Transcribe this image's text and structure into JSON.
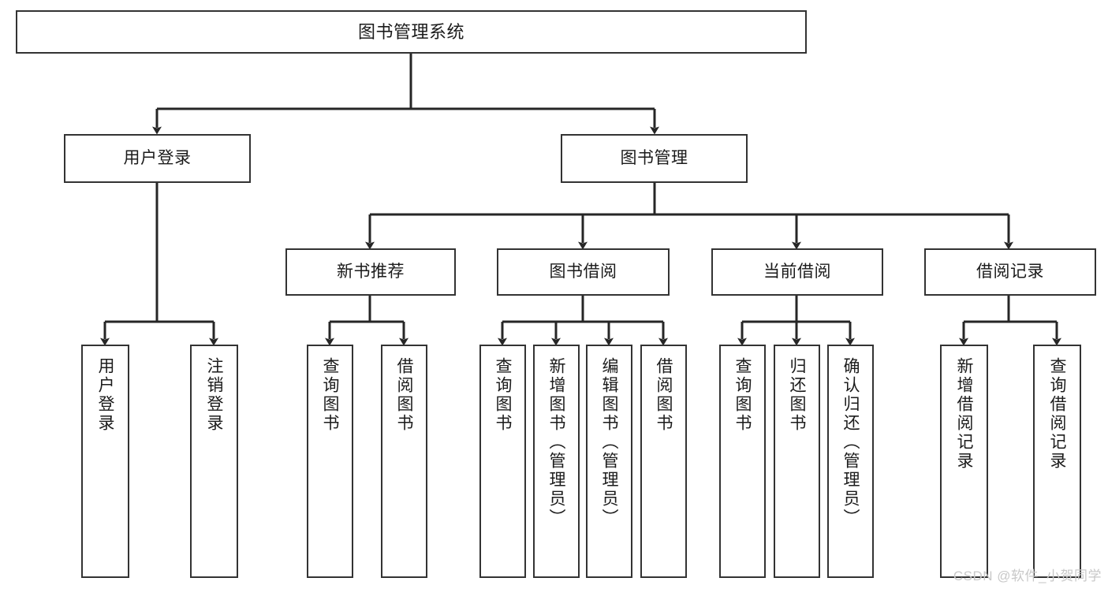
{
  "diagram": {
    "title": "图书管理系统",
    "type": "tree-hierarchy-diagram",
    "root": {
      "label": "图书管理系统"
    },
    "level2": [
      {
        "label": "用户登录"
      },
      {
        "label": "图书管理"
      }
    ],
    "level3": [
      {
        "label": "新书推荐"
      },
      {
        "label": "图书借阅"
      },
      {
        "label": "当前借阅"
      },
      {
        "label": "借阅记录"
      }
    ],
    "leaves": [
      {
        "label": "用户登录",
        "parent": "用户登录"
      },
      {
        "label": "注销登录",
        "parent": "用户登录"
      },
      {
        "label": "查询图书",
        "parent": "新书推荐"
      },
      {
        "label": "借阅图书",
        "parent": "新书推荐"
      },
      {
        "label": "查询图书",
        "parent": "图书借阅"
      },
      {
        "label": "新增图书（管理员）",
        "parent": "图书借阅"
      },
      {
        "label": "编辑图书（管理员）",
        "parent": "图书借阅"
      },
      {
        "label": "借阅图书",
        "parent": "图书借阅"
      },
      {
        "label": "查询图书",
        "parent": "当前借阅"
      },
      {
        "label": "归还图书",
        "parent": "当前借阅"
      },
      {
        "label": "确认归还（管理员）",
        "parent": "当前借阅"
      },
      {
        "label": "新增借阅记录",
        "parent": "借阅记录"
      },
      {
        "label": "查询借阅记录",
        "parent": "借阅记录"
      }
    ]
  },
  "watermark": {
    "text": "CSDN @软件_小贺同学"
  },
  "colors": {
    "box_border": "#333333",
    "box_fill": "#ffffff",
    "connector": "#262626",
    "text": "#1b1b1b",
    "watermark": "#c8c8c8",
    "background": "#ffffff"
  }
}
